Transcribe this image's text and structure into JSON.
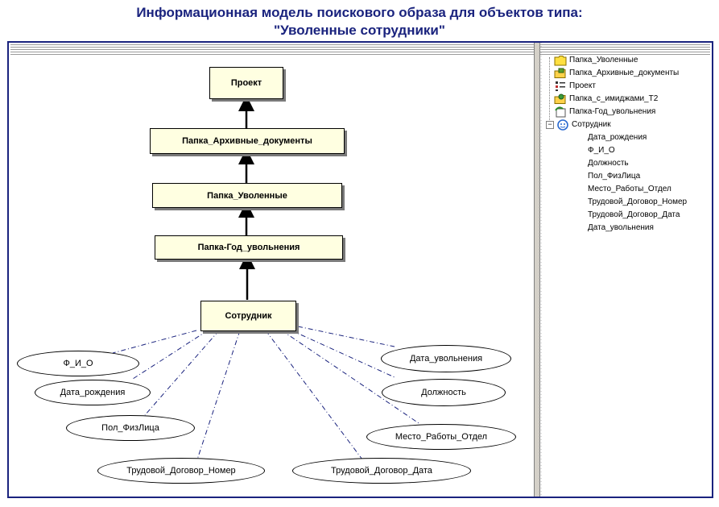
{
  "title": {
    "line1": "Информационная модель поискового образа для объектов типа:",
    "line2": "\"Уволенные сотрудники\""
  },
  "diagram": {
    "boxes": {
      "project": "Проект",
      "archive": "Папка_Архивные_документы",
      "fired": "Папка_Уволенные",
      "year": "Папка-Год_увольнения",
      "employee": "Сотрудник"
    },
    "attributes": {
      "fio": "Ф_И_О",
      "birth": "Дата_рождения",
      "sex": "Пол_ФизЛица",
      "contract_num": "Трудовой_Договор_Номер",
      "contract_date": "Трудовой_Договор_Дата",
      "workplace": "Место_Работы_Отдел",
      "position": "Должность",
      "fire_date": "Дата_увольнения"
    }
  },
  "tree": {
    "items": [
      {
        "label": "Папка_Уволенные",
        "icon": "folder-icon"
      },
      {
        "label": "Папка_Архивные_документы",
        "icon": "archive-folder-icon"
      },
      {
        "label": "Проект",
        "icon": "project-icon"
      },
      {
        "label": "Папка_с_имиджами_Т2",
        "icon": "image-folder-icon"
      },
      {
        "label": "Папка-Год_увольнения",
        "icon": "year-folder-icon"
      },
      {
        "label": "Сотрудник",
        "icon": "employee-icon"
      }
    ],
    "expand_symbol": "−",
    "children": [
      "Дата_рождения",
      "Ф_И_О",
      "Должность",
      "Пол_ФизЛица",
      "Место_Работы_Отдел",
      "Трудовой_Договор_Номер",
      "Трудовой_Договор_Дата",
      "Дата_увольнения"
    ]
  },
  "colors": {
    "title": "#1a237e",
    "frame_border": "#1a237e",
    "box_fill": "#ffffe1",
    "dashed_link": "#1a237e"
  }
}
